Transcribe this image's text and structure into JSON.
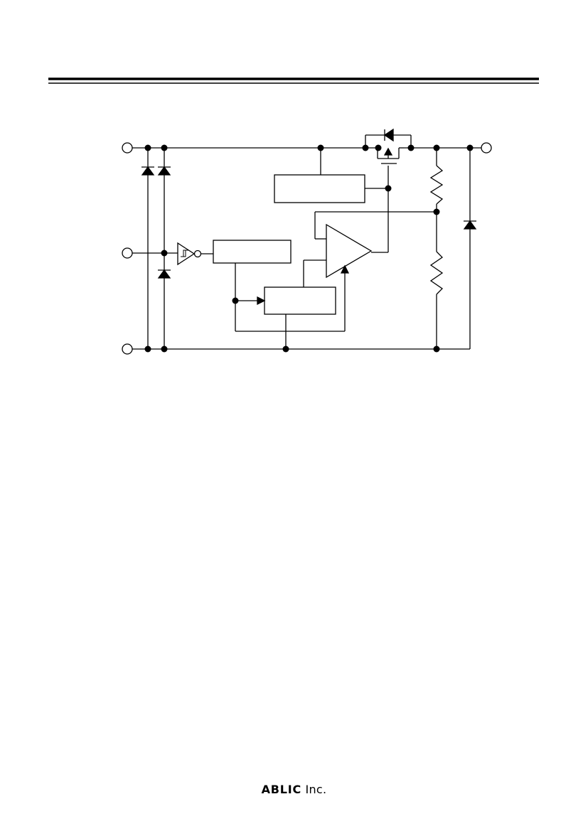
{
  "footer": {
    "company_brand": "ABLIC",
    "company_suffix": "Inc."
  },
  "colors": {
    "ink": "#000000",
    "background": "#ffffff"
  },
  "diagram": {
    "type": "block-diagram-schematic",
    "terminals": [
      "terminal-top-left",
      "terminal-middle-left",
      "terminal-bottom-left",
      "terminal-top-right"
    ],
    "blocks": [
      "reference-block",
      "control-block",
      "logic-block",
      "error-amplifier"
    ],
    "components": [
      "p-channel-mosfet",
      "schmitt-inverter",
      "resistor-upper",
      "resistor-lower",
      "diode-left-1",
      "diode-left-2",
      "diode-left-lower",
      "diode-right"
    ]
  }
}
